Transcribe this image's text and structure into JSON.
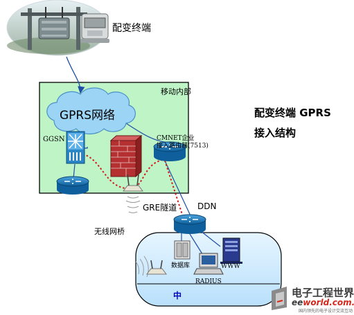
{
  "labels": {
    "terminal": "配变终端",
    "mobile_internal": "移动内部",
    "gprs_cloud": "GPRS网络",
    "ggsn": "GGSN",
    "cmnet_line1": "CMNET企业",
    "cmnet_line2": "接入路由器(7513)",
    "title_line1": "配变终端 GPRS",
    "title_line2": "接入结构",
    "gre_tunnel": "GRE隧道",
    "ddn": "DDN",
    "wireless_bridge": "无线网桥",
    "database": "数据库",
    "www": "WWW",
    "radius": "RADIUS",
    "center": "中"
  },
  "watermark": {
    "site_name": "电子工程世界",
    "domain_prefix": "ee",
    "domain_rest": "world.com.cn",
    "tagline": "国内领先的电子设计交流互动"
  },
  "colors": {
    "mobile_box_fill": "#bff4c6",
    "center_panel_fill": "#cdebff",
    "cloud_fill": "#9cd4f5",
    "router_blue": "#1a7fc4",
    "link_blue": "#1f4ea8",
    "gre_red": "#d41a1a",
    "firewall_red": "#b53030"
  }
}
